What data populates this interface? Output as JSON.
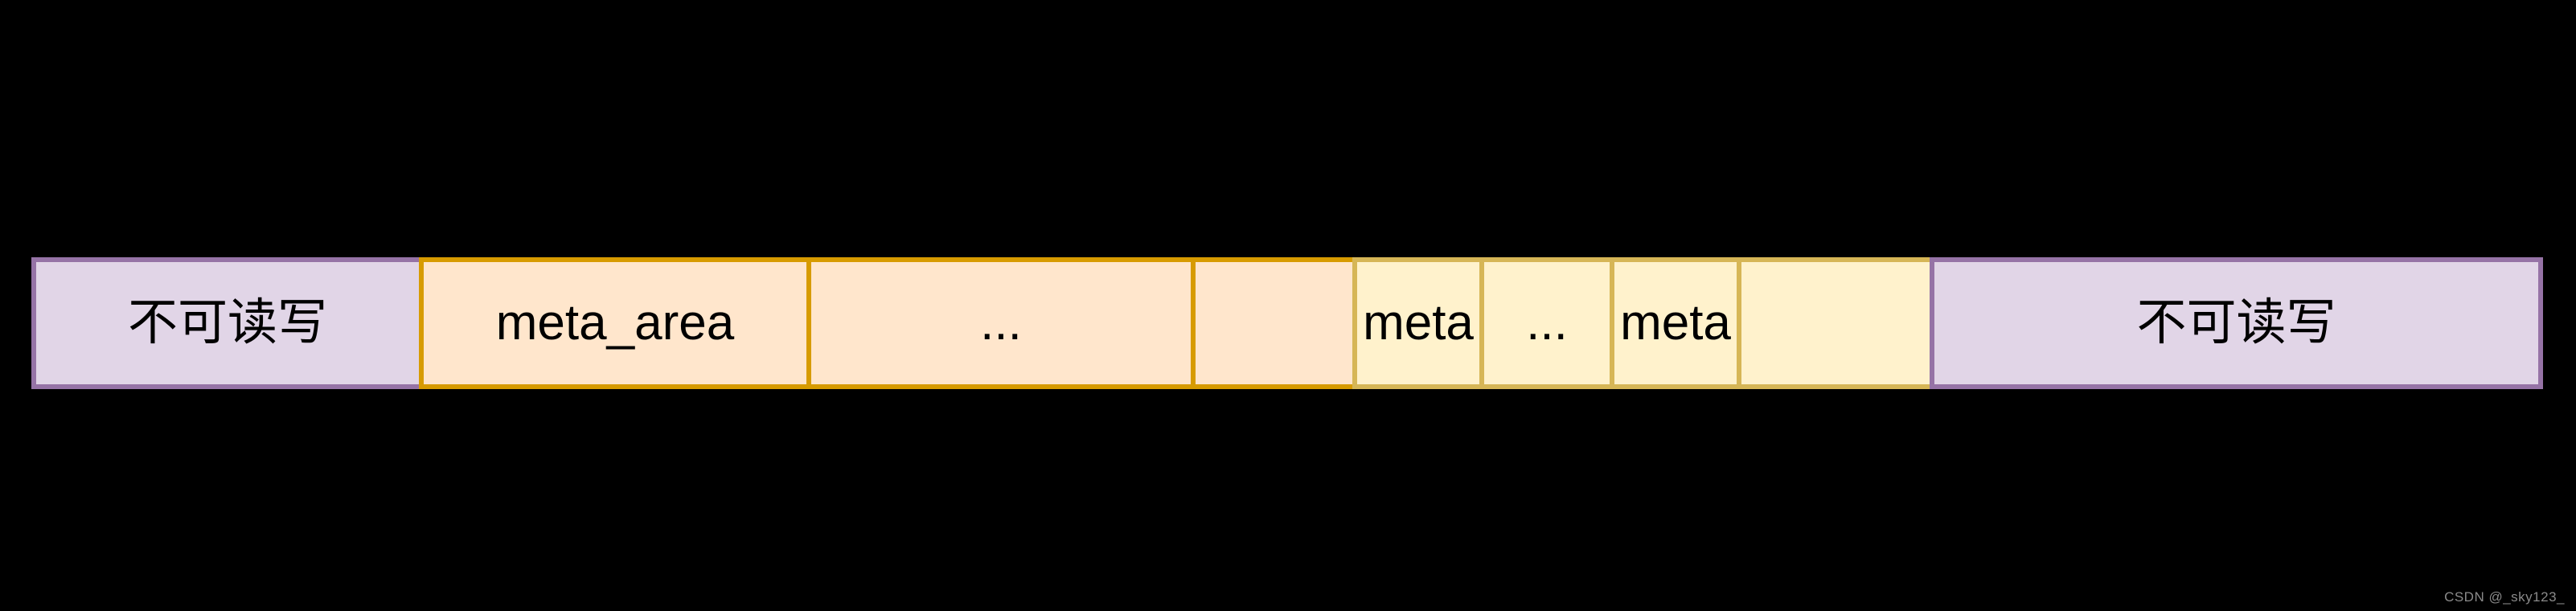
{
  "canvas": {
    "background": "#000000",
    "text_color": "#000000"
  },
  "diagram": {
    "description": "memory-layout-bar",
    "colors": {
      "noaccess_fill": "#E1D5E7",
      "noaccess_stroke": "#9673A6",
      "meta_area_fill": "#FFE6CC",
      "meta_area_stroke": "#D79B00",
      "meta_fill": "#FFF2CC",
      "meta_stroke": "#D6B656"
    },
    "segments": [
      {
        "id": "noaccess-left",
        "label": "不可读写",
        "fill": "#E1D5E7",
        "stroke": "#9673A6"
      },
      {
        "id": "meta-area",
        "label": "meta_area",
        "fill": "#FFE6CC",
        "stroke": "#D79B00"
      },
      {
        "id": "meta-area-ellipsis",
        "label": "...",
        "fill": "#FFE6CC",
        "stroke": "#D79B00"
      },
      {
        "id": "meta-area-tail",
        "label": "",
        "fill": "#FFE6CC",
        "stroke": "#D79B00"
      },
      {
        "id": "meta-1",
        "label": "meta",
        "fill": "#FFF2CC",
        "stroke": "#D6B656"
      },
      {
        "id": "meta-ellipsis",
        "label": "...",
        "fill": "#FFF2CC",
        "stroke": "#D6B656"
      },
      {
        "id": "meta-2",
        "label": "meta",
        "fill": "#FFF2CC",
        "stroke": "#D6B656"
      },
      {
        "id": "meta-tail",
        "label": "",
        "fill": "#FFF2CC",
        "stroke": "#D6B656"
      },
      {
        "id": "noaccess-right",
        "label": "不可读写",
        "fill": "#E1D5E7",
        "stroke": "#9673A6"
      }
    ]
  },
  "watermark": {
    "text": "CSDN @_sky123_",
    "color": "#8a8a8a"
  }
}
